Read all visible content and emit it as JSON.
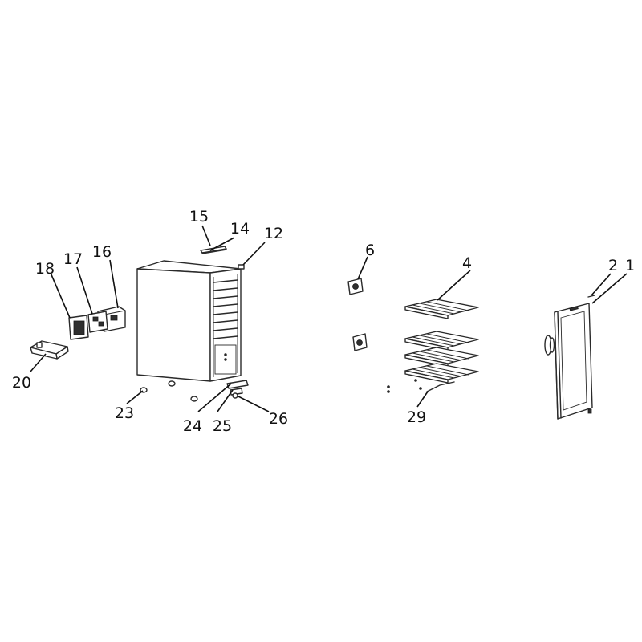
{
  "callouts": [
    {
      "id": "c1",
      "text": "1"
    },
    {
      "id": "c2",
      "text": "2"
    },
    {
      "id": "c4",
      "text": "4"
    },
    {
      "id": "c6",
      "text": "6"
    },
    {
      "id": "c12",
      "text": "12"
    },
    {
      "id": "c14",
      "text": "14"
    },
    {
      "id": "c15",
      "text": "15"
    },
    {
      "id": "c16",
      "text": "16"
    },
    {
      "id": "c17",
      "text": "17"
    },
    {
      "id": "c18",
      "text": "18"
    },
    {
      "id": "c20",
      "text": "20"
    },
    {
      "id": "c23",
      "text": "23"
    },
    {
      "id": "c24",
      "text": "24"
    },
    {
      "id": "c25",
      "text": "25"
    },
    {
      "id": "c26",
      "text": "26"
    },
    {
      "id": "c29",
      "text": "29"
    }
  ]
}
